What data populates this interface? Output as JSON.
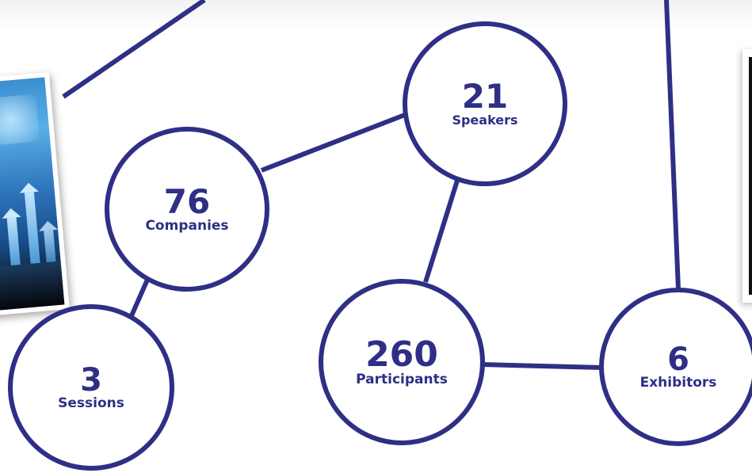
{
  "stats": [
    {
      "id": "speakers",
      "number": "21",
      "label": "Speakers"
    },
    {
      "id": "companies",
      "number": "76",
      "label": "Companies"
    },
    {
      "id": "participants",
      "number": "260",
      "label": "Participants"
    },
    {
      "id": "sessions",
      "number": "3",
      "label": "Sessions"
    },
    {
      "id": "exhibitors",
      "number": "6",
      "label": "Exhibitors"
    }
  ],
  "connections": [
    [
      "companies",
      "speakers"
    ],
    [
      "speakers",
      "participants"
    ],
    [
      "participants",
      "exhibitors"
    ],
    [
      "companies",
      "sessions"
    ]
  ],
  "colors": {
    "accent": "#2e2f85",
    "background": "#ffffff"
  },
  "images": {
    "left_photo": "business-growth-arrows-photo",
    "right_card": "dark-photo-card"
  }
}
